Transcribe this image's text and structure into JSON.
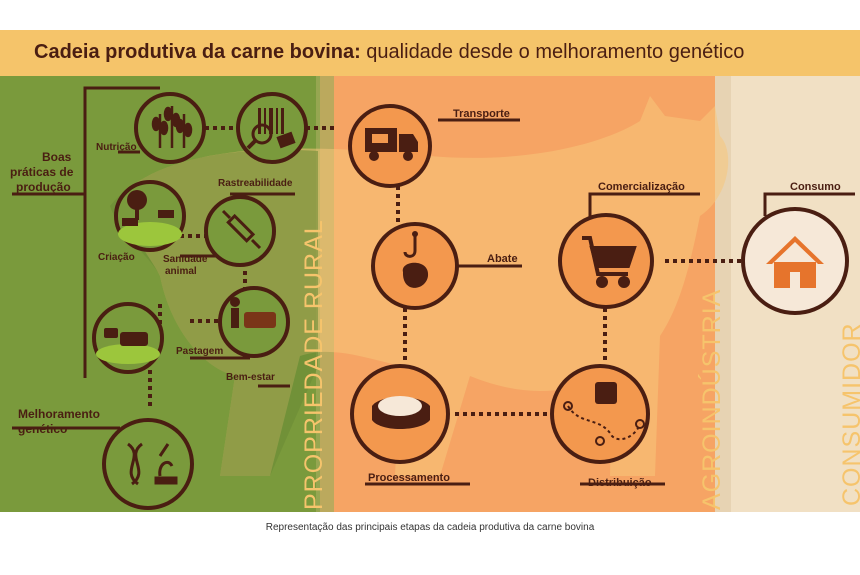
{
  "title": {
    "bold": "Cadeia produtiva da carne bovina:",
    "normal": " qualidade desde o melhoramento genético"
  },
  "sections": {
    "rural": "PROPRIEDADE RURAL",
    "agro": "AGROINDÚSTRIA",
    "consumer": "CONSUMIDOR"
  },
  "labels": {
    "boas_1": "Boas",
    "boas_2": "práticas de",
    "boas_3": "produção",
    "nutricao": "Nutrição",
    "rastreabilidade": "Rastreabilidade",
    "criacao": "Criação",
    "sanidade_1": "Sanidade",
    "sanidade_2": "animal",
    "pastagem": "Pastagem",
    "bem_estar": "Bem-estar",
    "melhoramento_1": "Melhoramento",
    "melhoramento_2": "genético",
    "transporte": "Transporte",
    "abate": "Abate",
    "processamento": "Processamento",
    "comercializacao": "Comercialização",
    "distribuicao": "Distribuição",
    "consumo": "Consumo"
  },
  "caption": "Representação das principais etapas da cadeia produtiva da carne bovina",
  "colors": {
    "rural_bg": "#7a9a3c",
    "agro_bg": "#f5a06a",
    "center_bg": "#f6c46c",
    "consumer_bg": "#f1e0c4",
    "dark": "#4a1e12",
    "accent": "#e6742c"
  }
}
